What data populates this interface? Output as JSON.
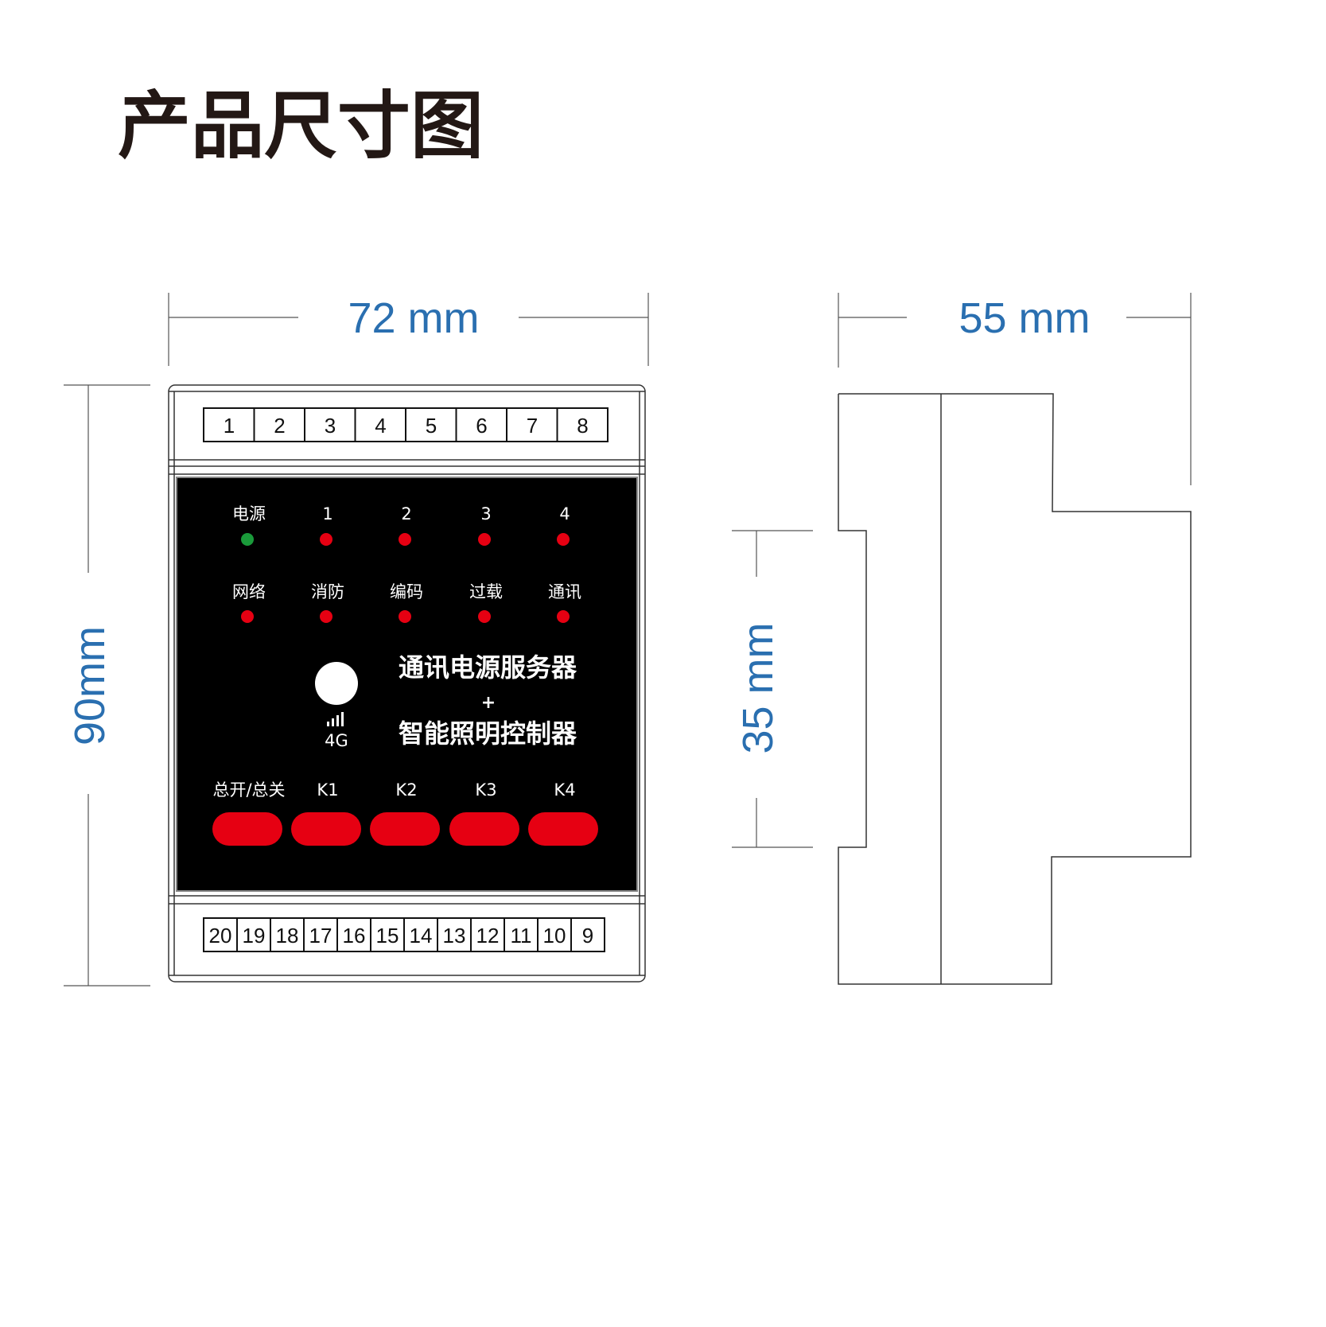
{
  "title": "产品尺寸图",
  "dimensions": {
    "width": "72 mm",
    "depth": "55 mm",
    "height": "90mm",
    "rail": "35 mm"
  },
  "top_terminals": [
    "1",
    "2",
    "3",
    "4",
    "5",
    "6",
    "7",
    "8"
  ],
  "bottom_terminals": [
    "20",
    "19",
    "18",
    "17",
    "16",
    "15",
    "14",
    "13",
    "12",
    "11",
    "10",
    "9"
  ],
  "panel": {
    "row1_labels": [
      "电源",
      "1",
      "2",
      "3",
      "4"
    ],
    "row1_led_colors": [
      "#1a9a3a",
      "#e60012",
      "#e60012",
      "#e60012",
      "#e60012"
    ],
    "row2_labels": [
      "网络",
      "消防",
      "编码",
      "过载",
      "通讯"
    ],
    "product_line1": "通讯电源服务器",
    "product_plus": "+",
    "product_line2": "智能照明控制器",
    "signal_label": "4G",
    "button_labels": [
      "总开/总关",
      "K1",
      "K2",
      "K3",
      "K4"
    ],
    "button_color": "#e60012"
  }
}
